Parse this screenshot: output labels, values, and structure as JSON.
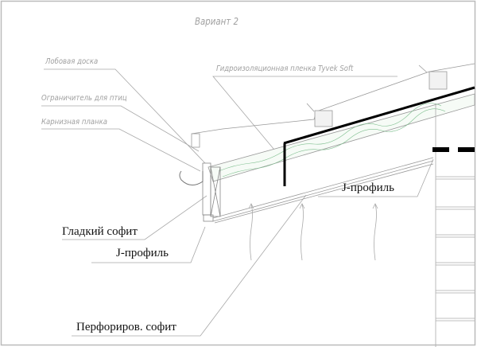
{
  "title": "Вариант 2",
  "labels": {
    "fascia_board": "Лобовая доска",
    "bird_stop": "Ограничитель для птиц",
    "eave_strip": "Карнизная планка",
    "membrane": "Гидроизоляционная пленка Tyvek Soft",
    "smooth_soffit": "Гладкий софит",
    "j_profile_left": "J-профиль",
    "perforated_soffit": "Перфориров. софит",
    "j_profile_right": "J-профиль"
  },
  "colors": {
    "line": "#9a9a9a",
    "insulation": "#7fbf8f",
    "bold": "#000000"
  }
}
